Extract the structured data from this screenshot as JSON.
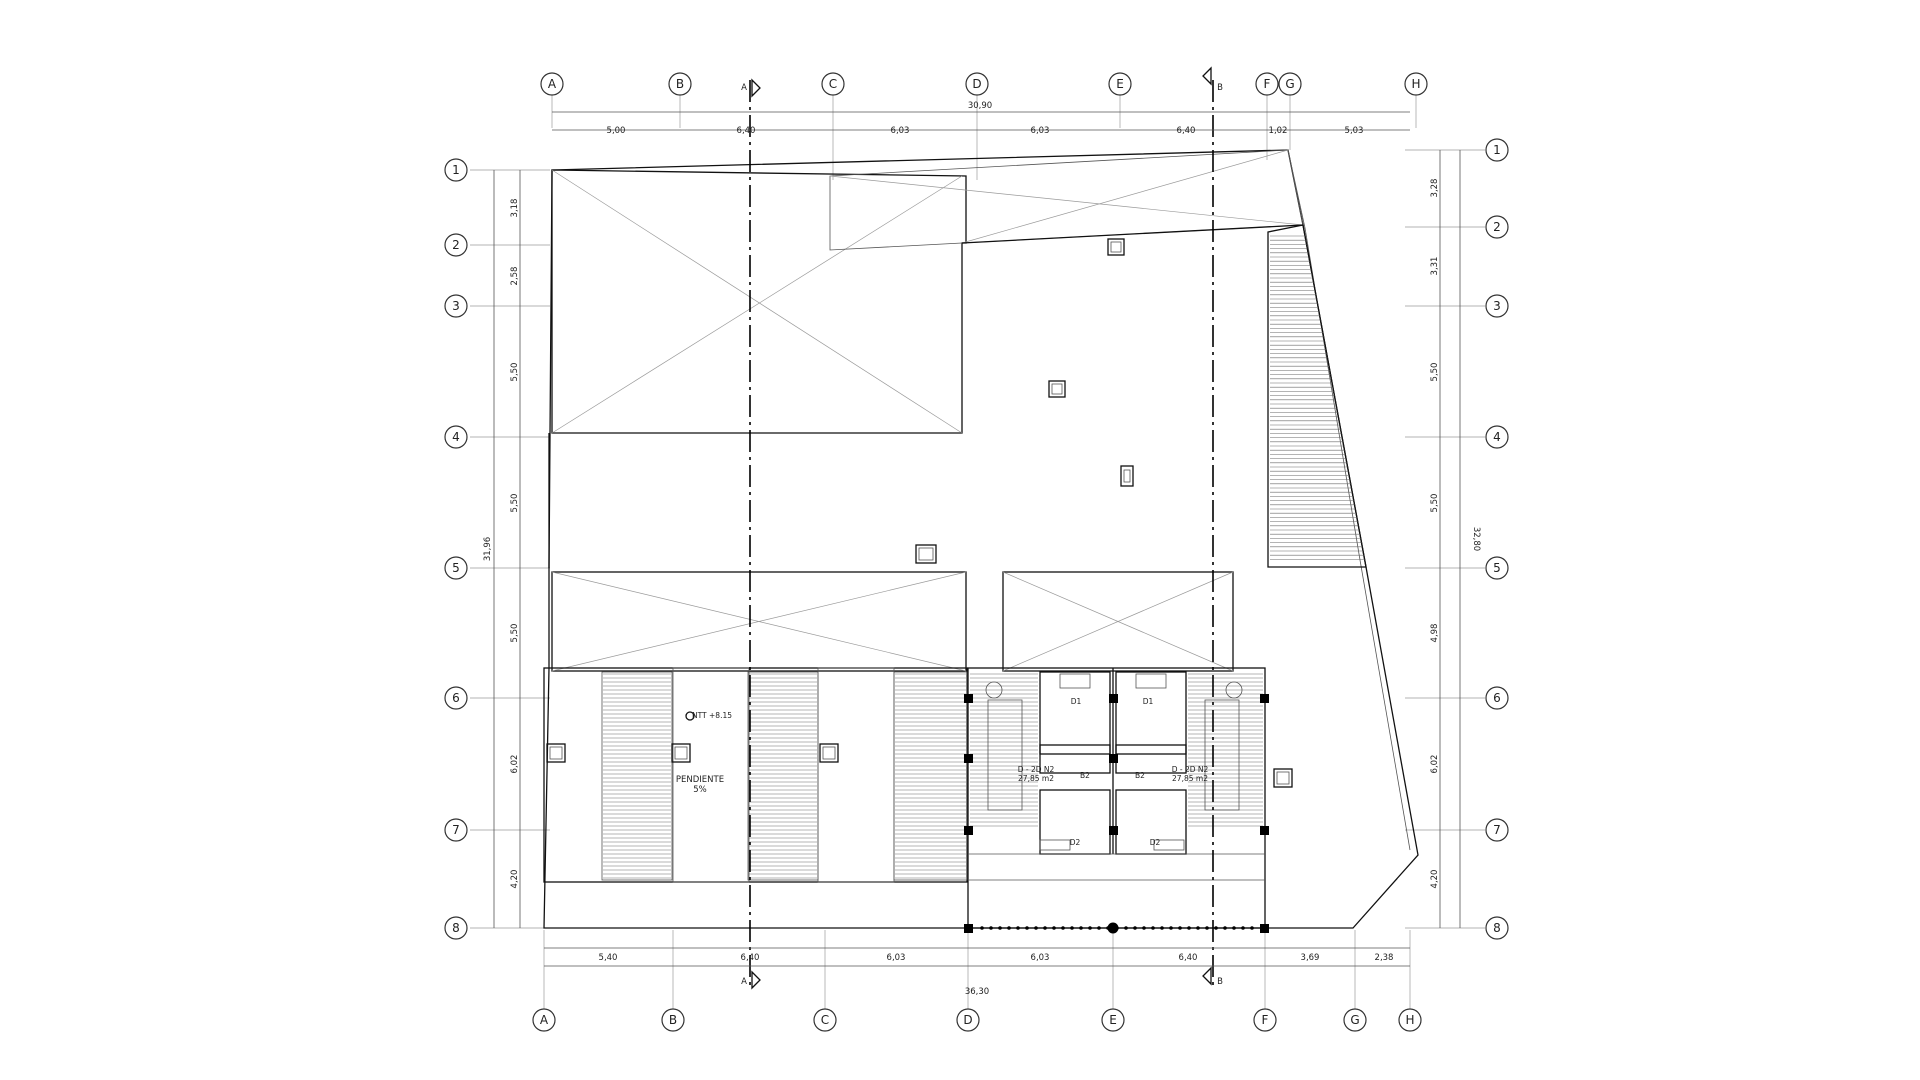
{
  "grid_columns": [
    "A",
    "B",
    "C",
    "D",
    "E",
    "F",
    "G",
    "H"
  ],
  "grid_rows": [
    "1",
    "2",
    "3",
    "4",
    "5",
    "6",
    "7",
    "8"
  ],
  "dimensions": {
    "top_total": "30,90",
    "top": [
      "5,00",
      "6,40",
      "6,03",
      "6,03",
      "6,40",
      "1,02",
      "5,03"
    ],
    "bottom_total": "36,30",
    "bottom": [
      "5,40",
      "6,40",
      "6,03",
      "6,03",
      "6,40",
      "3,69",
      "2,38"
    ],
    "left_total": "31,96",
    "left": [
      "3,18",
      "2,58",
      "5,50",
      "5,50",
      "5,50",
      "6,02",
      "4,20"
    ],
    "right_total": "32,80",
    "right": [
      "3,28",
      "3,31",
      "5,50",
      "5,50",
      "4,98",
      "6,02",
      "4,20"
    ]
  },
  "section_marks": {
    "a": "A",
    "b": "B"
  },
  "labels": {
    "slope": "PENDIENTE",
    "slope_value": "5%",
    "level": "NTT +8.15",
    "unit_left": "D - 2D N2",
    "unit_right": "D - 2D N2",
    "area_left": "27,85 m2",
    "area_right": "27,85 m2",
    "d1_left": "D1",
    "d1_right": "D1",
    "d2_left": "D2",
    "d2_right": "D2",
    "b2_left": "B2",
    "b2_right": "B2"
  }
}
